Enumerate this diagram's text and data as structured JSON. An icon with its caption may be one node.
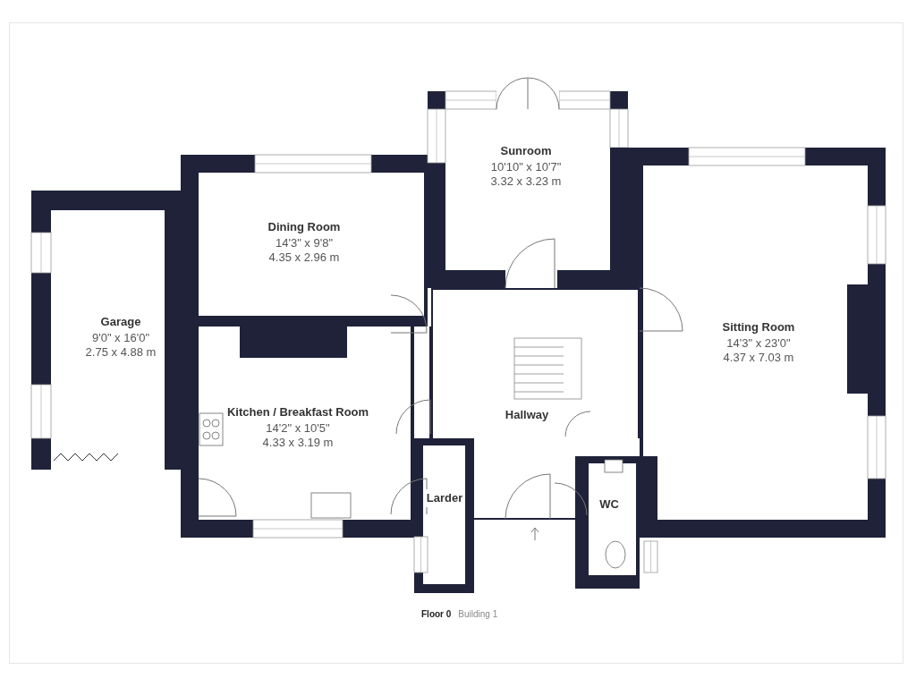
{
  "diagram": {
    "nodes": [
      {
        "text": [
          "Sunroom",
          "10'10\" x 10'7\"",
          "3.32 x 3.23 m"
        ]
      },
      {
        "text": [
          "Dining Room",
          "14'3\" x 9'8\"",
          "4.35 x 2.96 m"
        ]
      },
      {
        "text": [
          "Sitting Room",
          "14'3\" x 23'0\"",
          "4.37 x 7.03 m"
        ]
      },
      {
        "text": [
          "Garage",
          "9'0\" x 16'0\"",
          "2.75 x 4.88 m"
        ]
      },
      {
        "text": [
          "Kitchen / Breakfast Room",
          "14'2\" x 10'5\"",
          "4.33 x 3.19 m"
        ]
      },
      {
        "text": [
          "Hallway"
        ]
      },
      {
        "text": [
          "Larder"
        ]
      },
      {
        "text": [
          "WC"
        ]
      }
    ],
    "labels": [
      "Floor 0",
      "Building 1"
    ]
  }
}
